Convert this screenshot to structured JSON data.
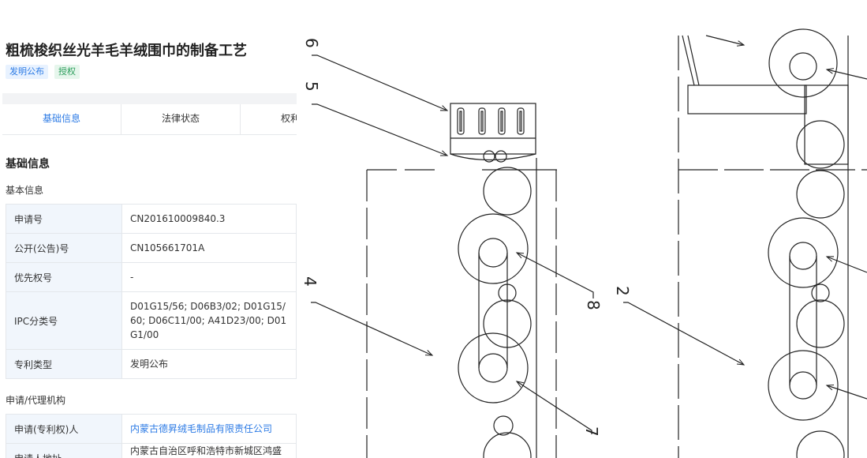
{
  "patent": {
    "title": "粗梳梭织丝光羊毛羊绒围巾的制备工艺",
    "tags": [
      "发明公布",
      "授权"
    ]
  },
  "tabs": [
    "基础信息",
    "法律状态",
    "权利要求"
  ],
  "section": {
    "title": "基础信息",
    "basic_subtitle": "基本信息",
    "agency_subtitle": "申请/代理机构"
  },
  "basic_info": [
    {
      "label": "申请号",
      "value": "CN201610009840.3"
    },
    {
      "label": "公开(公告)号",
      "value": "CN105661701A"
    },
    {
      "label": "优先权号",
      "value": "-"
    },
    {
      "label": "IPC分类号",
      "value": "D01G15/56; D06B3/02; D01G15/60; D06C11/00; A41D23/00; D01G1/00"
    },
    {
      "label": "专利类型",
      "value": "发明公布"
    }
  ],
  "agency_info": [
    {
      "label": "申请(专利权)人",
      "value": "内蒙古德昇绒毛制品有限责任公司"
    },
    {
      "label": "申请人地址",
      "value": "内蒙古自治区呼和浩特市新城区鸿盛工"
    }
  ],
  "drawing_labels": [
    "6",
    "5",
    "4",
    "8",
    "2",
    "7"
  ],
  "colors": {
    "accent": "#2d7be5",
    "table_key_bg": "#f1f6fc",
    "tag_green": "#2a9d5a"
  }
}
